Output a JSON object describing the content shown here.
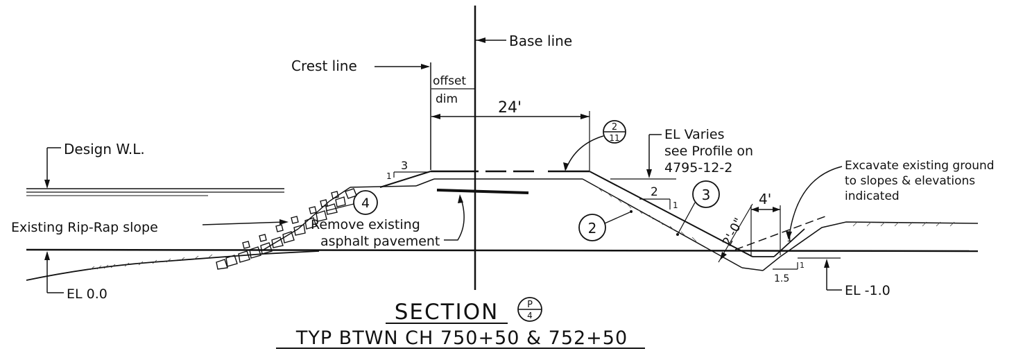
{
  "labels": {
    "base_line": "Base line",
    "crest_line": "Crest line",
    "offset": "offset",
    "dim": "dim",
    "width_24": "24'",
    "design_wl": "Design W.L.",
    "el_varies": "EL Varies",
    "see_profile": "see Profile on",
    "drawing_ref": "4795-12-2",
    "excavate_1": "Excavate existing ground",
    "excavate_2": "to slopes & elevations",
    "excavate_3": "indicated",
    "riprap": "Existing Rip-Rap slope",
    "remove_1": "Remove existing",
    "remove_2": "asphalt pavement",
    "el_00": "EL 0.0",
    "el_m10": "EL -1.0",
    "dim_4ft": "4'",
    "dim_2ft": "2'-0\"",
    "slope_3": "3",
    "slope_1a": "1",
    "slope_2": "2",
    "slope_1b": "1",
    "slope_1c": "1",
    "slope_15": "1.5",
    "slope_1d": "1"
  },
  "callouts": {
    "c2_11_top": "2",
    "c2_11_bottom": "11",
    "c4": "4",
    "c3": "3",
    "c2": "2"
  },
  "title": {
    "section": "SECTION",
    "section_ref_top": "P",
    "section_ref_bottom": "4",
    "subtitle": "TYP BTWN CH 750+50 & 752+50"
  }
}
